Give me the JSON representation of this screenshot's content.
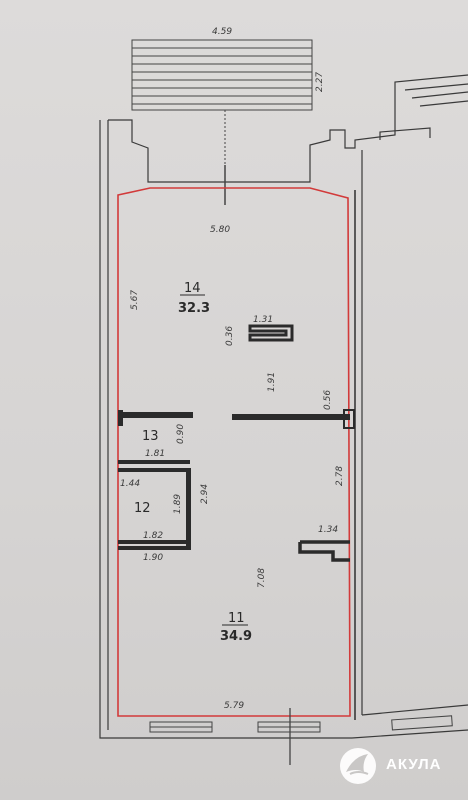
{
  "plan": {
    "rooms": [
      {
        "id": "r14",
        "number": "14",
        "area": "32.3"
      },
      {
        "id": "r13",
        "number": "13",
        "area": ""
      },
      {
        "id": "r12",
        "number": "12",
        "area": ""
      },
      {
        "id": "r11",
        "number": "11",
        "area": "34.9"
      }
    ],
    "dimensions": {
      "stairs_width": "4.59",
      "stairs_depth": "2.27",
      "top_width": "5.80",
      "left_height": "5.67",
      "column_top_w": "1.31",
      "column_top_h": "0.36",
      "mid_height": "1.91",
      "door_right": "0.56",
      "r13_width": "1.81",
      "r13_height": "0.90",
      "r12_top": "1.44",
      "r12_height": "1.89",
      "r12_side": "2.94",
      "r12_bottom_inner": "1.82",
      "r12_bottom_outer": "1.90",
      "right_height": "2.78",
      "column_bottom_w": "1.34",
      "lower_height": "7.08",
      "bottom_width": "5.79"
    },
    "colors": {
      "wall": "#2b2b2b",
      "outline": "#d23a3a",
      "paper": "#dcdad9"
    }
  },
  "brand": {
    "name": "АКУЛА",
    "icon": "shark-logo-icon",
    "color": "#ffffff"
  }
}
